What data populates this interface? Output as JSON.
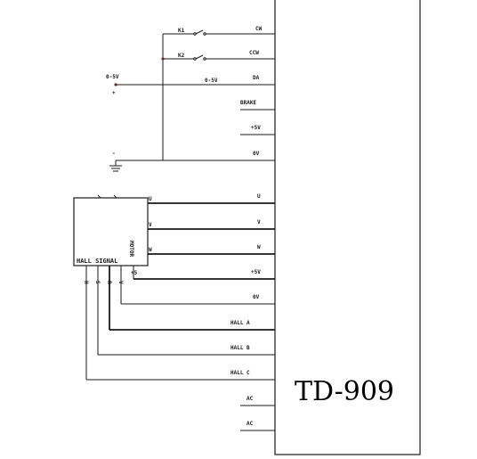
{
  "controller": {
    "model": "TD-909",
    "pins": [
      {
        "key": "cw",
        "label": "CW"
      },
      {
        "key": "ccw",
        "label": "CCW"
      },
      {
        "key": "da",
        "label": "DA"
      },
      {
        "key": "brake",
        "label": "BRAKE"
      },
      {
        "key": "p5v_top",
        "label": "+5V"
      },
      {
        "key": "gnd_top",
        "label": "0V"
      },
      {
        "key": "u",
        "label": "U"
      },
      {
        "key": "v",
        "label": "V"
      },
      {
        "key": "w",
        "label": "W"
      },
      {
        "key": "p5v_mid",
        "label": "+5V"
      },
      {
        "key": "gnd_mid",
        "label": "0V"
      },
      {
        "key": "hall_a",
        "label": "HALL A"
      },
      {
        "key": "hall_b",
        "label": "HALL B"
      },
      {
        "key": "hall_c",
        "label": "HALL C"
      },
      {
        "key": "ac1",
        "label": "AC"
      },
      {
        "key": "ac2",
        "label": "AC"
      }
    ]
  },
  "switches": {
    "k1": "K1",
    "k2": "K2"
  },
  "potentiometer": {
    "range_left": "0-5V",
    "range_wire": "0-5V",
    "plus": "+",
    "minus": "-"
  },
  "motor": {
    "name": "MOTOR",
    "hall_signal": "HALL SIGNAL",
    "terminal_u": "U",
    "terminal_v": "V",
    "terminal_w": "W",
    "hall_h": "H",
    "hall_s": "S",
    "hall_r": "R",
    "hall_v": "V",
    "plus5": "+5"
  },
  "colors": {
    "wire": "#1a1a1a",
    "junction": "#8b2e2e"
  }
}
